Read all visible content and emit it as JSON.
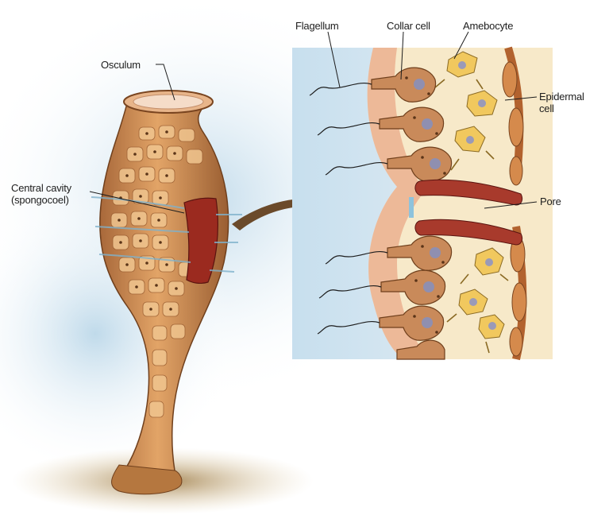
{
  "labels": {
    "osculum": "Osculum",
    "central_cavity_line1": "Central cavity",
    "central_cavity_line2": "(spongocoel)",
    "flagellum": "Flagellum",
    "collar_cell": "Collar cell",
    "amebocyte": "Amebocyte",
    "epidermal_cell_line1": "Epidermal",
    "epidermal_cell_line2": "cell",
    "pore": "Pore"
  },
  "colors": {
    "sponge_body": "#c98a4b",
    "sponge_cell_fill": "#eec18a",
    "spongocoel": "#9b2a1f",
    "water": "#cfe3ef",
    "arrow": "#6b4a2a",
    "ground": "#b89a6a",
    "mesohyl": "#f7e9c9",
    "cell_nucleus": "#8f8fb0"
  }
}
